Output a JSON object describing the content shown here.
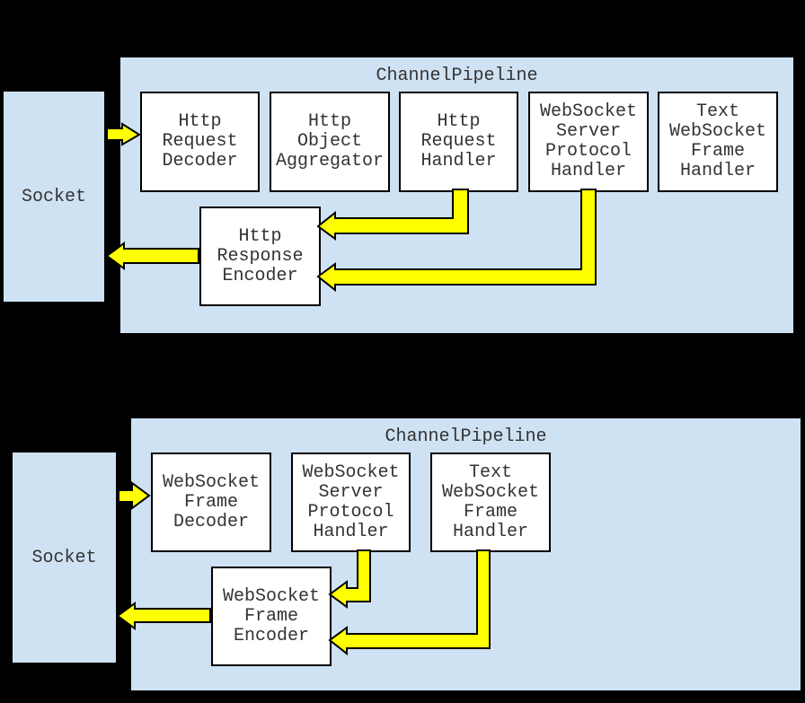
{
  "colors": {
    "background": "#000000",
    "panel_fill": "#cfe2f3",
    "box_fill": "#ffffff",
    "border": "#000000",
    "arrow_fill": "#ffff00",
    "text": "#333333"
  },
  "top_diagram": {
    "socket_label": "Socket",
    "pipeline_label": "ChannelPipeline",
    "handlers": [
      {
        "label": "Http\nRequest\nDecoder"
      },
      {
        "label": "Http\nObject\nAggregator"
      },
      {
        "label": "Http\nRequest\nHandler"
      },
      {
        "label": "WebSocket\nServer\nProtocol\nHandler"
      },
      {
        "label": "Text\nWebSocket\nFrame\nHandler"
      }
    ],
    "encoder_label": "Http\nResponse\nEncoder"
  },
  "bottom_diagram": {
    "socket_label": "Socket",
    "pipeline_label": "ChannelPipeline",
    "handlers": [
      {
        "label": "WebSocket\nFrame\nDecoder"
      },
      {
        "label": "WebSocket\nServer\nProtocol\nHandler"
      },
      {
        "label": "Text\nWebSocket\nFrame\nHandler"
      }
    ],
    "encoder_label": "WebSocket\nFrame\nEncoder"
  }
}
